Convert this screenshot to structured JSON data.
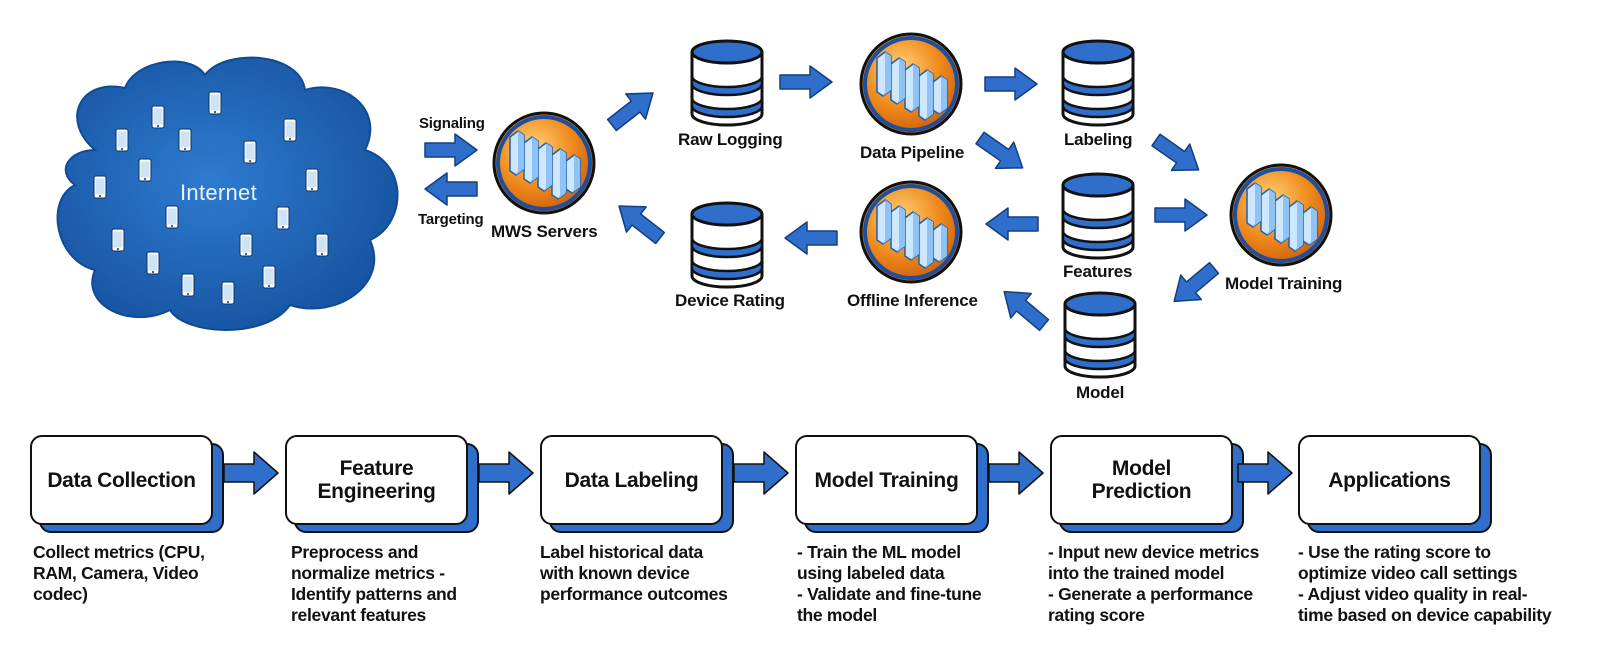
{
  "cloud": {
    "label": "Internet"
  },
  "connections": {
    "signaling": "Signaling",
    "targeting": "Targeting"
  },
  "nodes": {
    "mws_servers": "MWS Servers",
    "raw_logging": "Raw Logging",
    "data_pipeline": "Data Pipeline",
    "labeling": "Labeling",
    "features": "Features",
    "model_training": "Model Training",
    "model": "Model",
    "offline_inference": "Offline Inference",
    "device_rating": "Device Rating"
  },
  "stages": [
    {
      "title": "Data Collection",
      "desc": "Collect metrics (CPU,\nRAM, Camera, Video\ncodec)"
    },
    {
      "title": "Feature\nEngineering",
      "desc": "Preprocess and\nnormalize metrics -\nIdentify patterns and\nrelevant features"
    },
    {
      "title": "Data Labeling",
      "desc": "Label historical data\nwith known device\nperformance outcomes"
    },
    {
      "title": "Model Training",
      "desc": "- Train the ML model\nusing labeled data\n- Validate and fine-tune\nthe model"
    },
    {
      "title": "Model\nPrediction",
      "desc": "- Input new device metrics\ninto the trained model\n- Generate a performance\nrating score"
    },
    {
      "title": "Applications",
      "desc": "- Use the rating score to\noptimize video call settings\n- Adjust video quality in real-\ntime based on device capability"
    }
  ],
  "colors": {
    "accent_blue": "#2f6fcb",
    "cloud_blue": "#1e64b8",
    "server_orange": "#f08a1c",
    "outline": "#111111"
  }
}
